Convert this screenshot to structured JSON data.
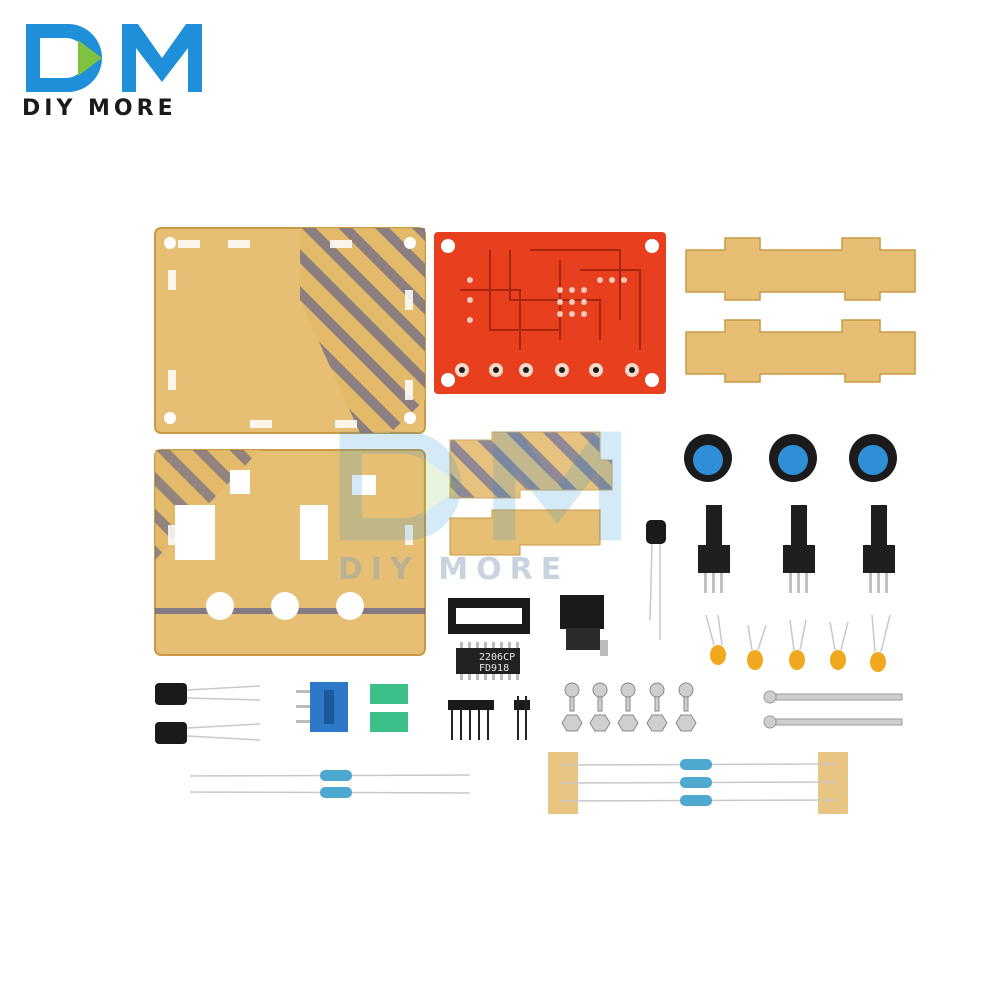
{
  "brand": {
    "logo_letters": "DM",
    "name": "DIY MORE",
    "accent_blue": "#1e8fd8",
    "accent_green": "#7fc242"
  },
  "watermark": {
    "letters": "DM",
    "name": "DIY MORE"
  },
  "chip": {
    "line1": "2206CP",
    "line2": "FD918"
  },
  "colors": {
    "acrylic": "#e2b868",
    "acrylic_edge": "#c99a45",
    "pcb": "#e8401e",
    "knob_blue": "#2f8ed8"
  },
  "icons": [
    "diy-more-logo-icon"
  ]
}
